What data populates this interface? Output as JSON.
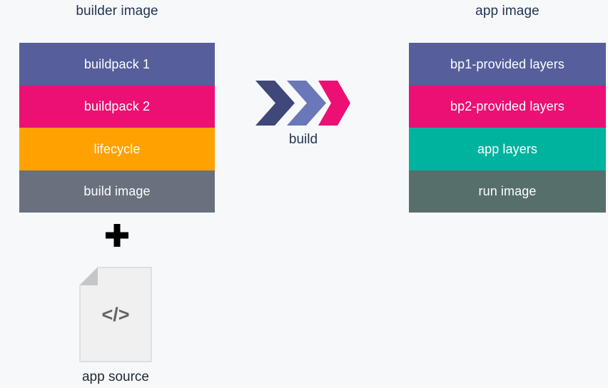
{
  "diagram": {
    "background_color": "#f7f8fa",
    "title_color": "#1f3351"
  },
  "builder": {
    "title": "builder image",
    "layers": [
      {
        "label": "buildpack 1",
        "color": "#565e9b",
        "name": "buildpack-1"
      },
      {
        "label": "buildpack 2",
        "color": "#ec1074",
        "name": "buildpack-2"
      },
      {
        "label": "lifecycle",
        "color": "#ffa100",
        "name": "lifecycle"
      },
      {
        "label": "build image",
        "color": "#6a707d",
        "name": "build-image"
      }
    ]
  },
  "app_image": {
    "title": "app image",
    "layers": [
      {
        "label": "bp1-provided layers",
        "color": "#565e9b",
        "name": "bp1-provided-layers"
      },
      {
        "label": "bp2-provided layers",
        "color": "#ec1074",
        "name": "bp2-provided-layers"
      },
      {
        "label": "app layers",
        "color": "#00b39f",
        "name": "app-layers"
      },
      {
        "label": "run image",
        "color": "#566f6a",
        "name": "run-image"
      }
    ]
  },
  "arrow": {
    "label": "build",
    "icon_name": "triple-chevron-arrow-icon",
    "chevrons": [
      {
        "color": "#3f4878",
        "name": "chevron-1"
      },
      {
        "color": "#6a77b8",
        "name": "chevron-2"
      },
      {
        "color": "#ec1074",
        "name": "chevron-3"
      }
    ]
  },
  "plus": {
    "icon_name": "plus-icon",
    "color": "#000000"
  },
  "app_source": {
    "label": "app source",
    "icon_name": "source-code-document-icon",
    "code_glyph": "</>",
    "page_color": "#f0f0f0",
    "fold_color": "#c6c6c6",
    "border_color": "#d8d8d8",
    "glyph_color": "#636363",
    "label_color": "#1f2933"
  }
}
